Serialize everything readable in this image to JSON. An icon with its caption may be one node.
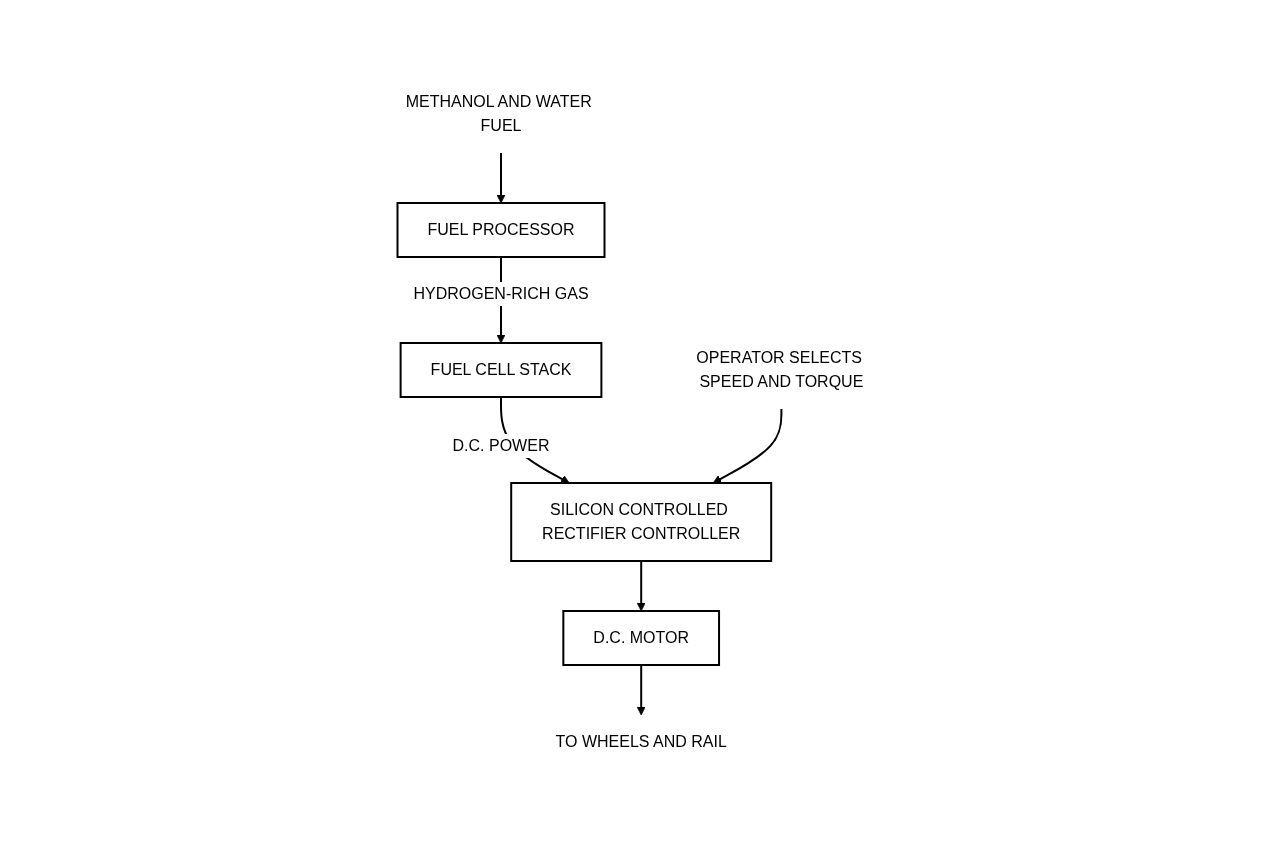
{
  "diagram": {
    "nodes": [
      {
        "text": [
          "METHANOL AND WATER FUEL"
        ]
      },
      {
        "text": [
          "FUEL PROCESSOR"
        ]
      },
      {
        "text": [
          "FUEL CELL STACK"
        ]
      },
      {
        "text": [
          "SILICON CONTROLLED RECTIFIER CONTROLLER"
        ]
      },
      {
        "text": [
          "OPERATOR SELECTS SPEED AND TORQUE"
        ]
      },
      {
        "text": [
          "D.C. MOTOR"
        ]
      },
      {
        "text": [
          "TO WHEELS AND RAIL"
        ]
      }
    ],
    "edges": [
      {
        "from": 0,
        "to": 1,
        "arrow": "to"
      },
      {
        "from": 1,
        "to": 2,
        "arrow": "to",
        "label": "HYDROGEN-RICH GAS"
      },
      {
        "from": 2,
        "to": 3,
        "arrow": "to",
        "label": "D.C. POWER"
      },
      {
        "from": 4,
        "to": 3,
        "arrow": "to"
      },
      {
        "from": 3,
        "to": 5,
        "arrow": "to"
      },
      {
        "from": 5,
        "to": 6,
        "arrow": "to"
      }
    ]
  }
}
